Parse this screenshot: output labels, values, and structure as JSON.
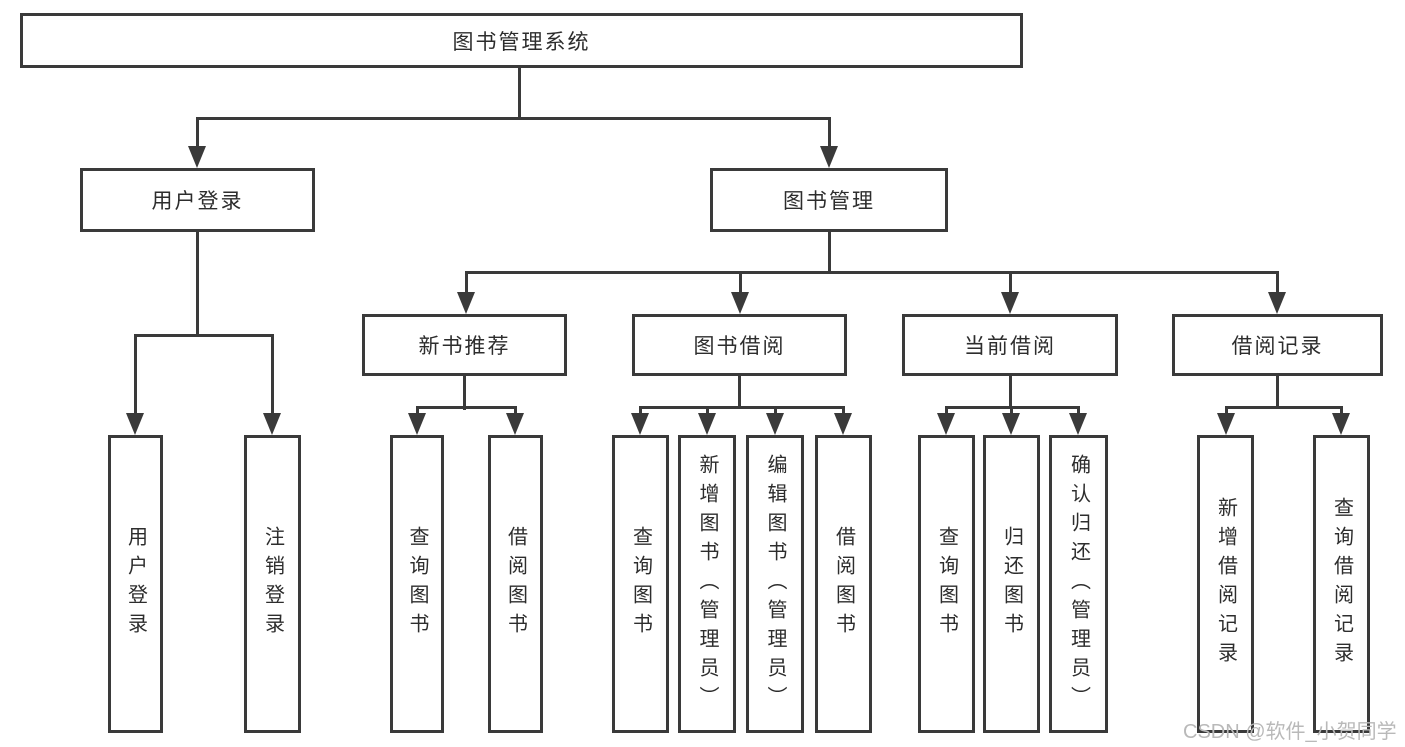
{
  "nodes": {
    "root": "图书管理系统",
    "l2": [
      "用户登录",
      "图书管理"
    ],
    "l3": [
      "新书推荐",
      "图书借阅",
      "当前借阅",
      "借阅记录"
    ],
    "leaves": {
      "user_login": [
        "用户登录",
        "注销登录"
      ],
      "new_book": [
        "查询图书",
        "借阅图书"
      ],
      "book_borrow": [
        "查询图书",
        "新增图书（管理员）",
        "编辑图书（管理员）",
        "借阅图书"
      ],
      "current_borrow": [
        "查询图书",
        "归还图书",
        "确认归还（管理员）"
      ],
      "borrow_record": [
        "新增借阅记录",
        "查询借阅记录"
      ]
    }
  },
  "colors": {
    "line": "#3a3a3a",
    "text": "#2d2d2d",
    "watermark": "#b9b9b9"
  },
  "watermark": "CSDN @软件_小贺同学"
}
